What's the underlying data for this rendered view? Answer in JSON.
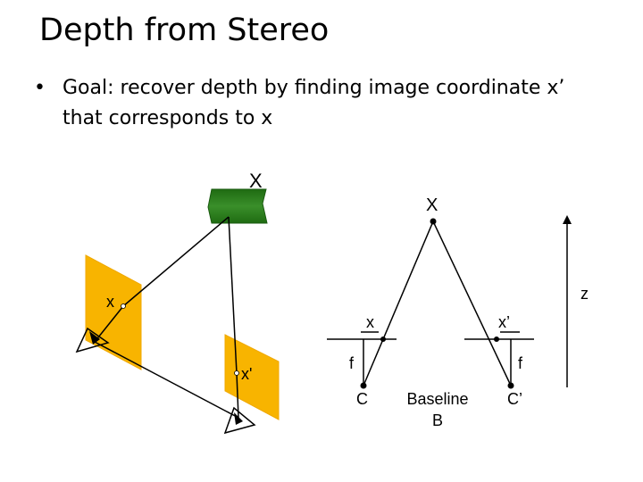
{
  "slide": {
    "title": "Depth from Stereo",
    "bullet_marker": "•",
    "bullet_text": "Goal: recover depth by finding image coordinate x’ that corresponds to x"
  },
  "left_figure": {
    "point_label": "X",
    "left_image_label": "x",
    "right_image_label": "x'",
    "object_color": "#2e7d1f",
    "image_plane_color": "#f8b400"
  },
  "right_figure": {
    "point_label": "X",
    "left_image_label": "x",
    "right_image_label": "x’",
    "left_focal_label": "f",
    "right_focal_label": "f",
    "left_center_label": "C",
    "right_center_label": "C’",
    "baseline_label": "Baseline",
    "baseline_symbol": "B",
    "depth_label": "z"
  }
}
